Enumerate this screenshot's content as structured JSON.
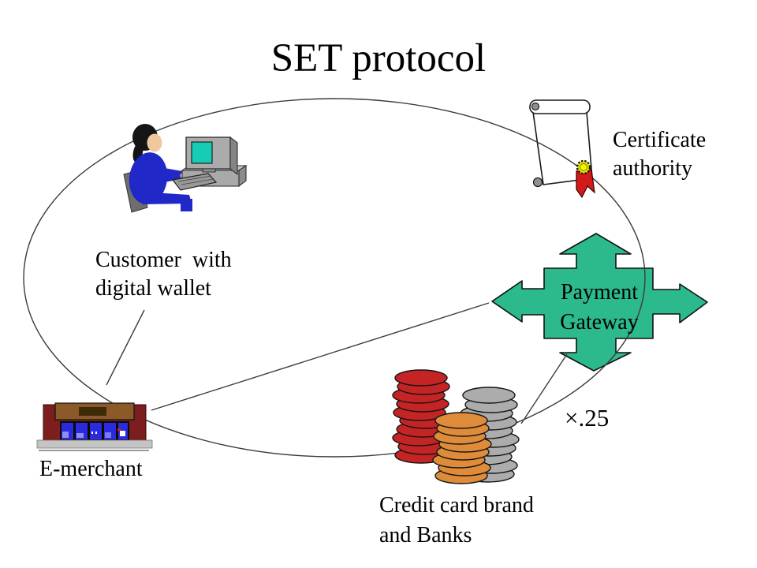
{
  "slide": {
    "title": "SET protocol",
    "nodes": {
      "customer": {
        "line1": "Customer with",
        "line2": "digital wallet"
      },
      "certificate_authority": {
        "line1": "Certificate",
        "line2": "authority"
      },
      "payment_gateway": {
        "line1": "Payment",
        "line2": "Gateway"
      },
      "e_merchant": {
        "label": "E-merchant"
      },
      "credit_card_banks": {
        "line1": "Credit card brand",
        "line2": "and Banks"
      },
      "fee_note": {
        "label": "×.25"
      }
    },
    "colors": {
      "gateway_green": "#2CB98E",
      "coin_red": "#C52424",
      "coin_orange": "#DE8C3A",
      "coin_gray": "#ACACAC",
      "building_wall": "#7D1E1E",
      "building_awning": "#8C5A28",
      "window_blue": "#2A2ADF",
      "clothing_blue": "#2028C8",
      "screen_teal": "#14CDB4",
      "seal_yellow": "#F0EC10",
      "ribbon_red": "#D31A1A",
      "line_color": "#3C3C3C"
    }
  }
}
